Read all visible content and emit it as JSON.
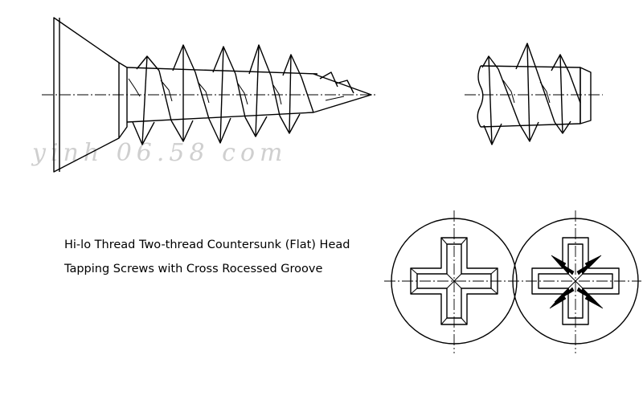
{
  "caption": {
    "line1": "Hi-lo Thread Two-thread Countersunk (Flat) Head",
    "line2": "Tapping Screws with Cross Rocessed Groove"
  },
  "watermark": "yinh 06.58 com",
  "colors": {
    "line": "#000000",
    "background": "#ffffff",
    "watermark": "#cfcfcf"
  }
}
